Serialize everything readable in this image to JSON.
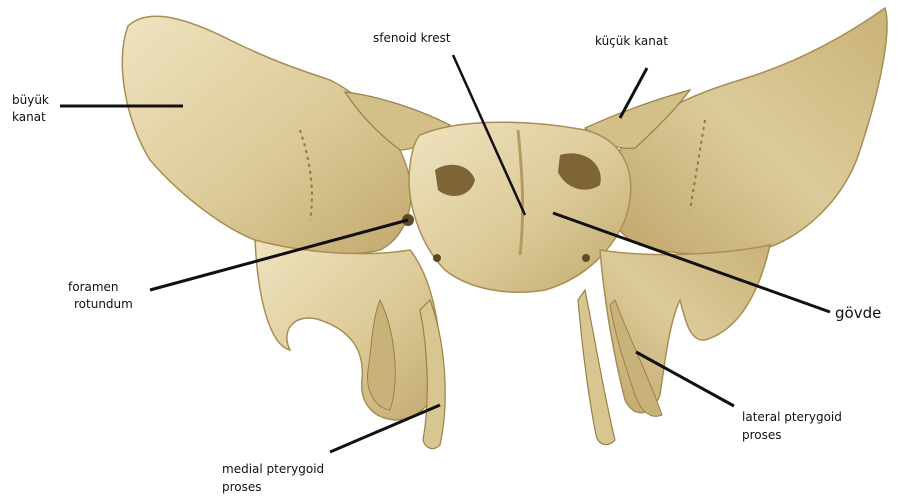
{
  "figure": {
    "labels": {
      "buyuk_kanat_1": "büyük",
      "buyuk_kanat_2": "kanat",
      "sfenoid_krest": "sfenoid krest",
      "kucuk_kanat": "küçük kanat",
      "foramen_1": "foramen",
      "foramen_2": "rotundum",
      "govde": "gövde",
      "medial_1": "medial pterygoid",
      "medial_2": "proses",
      "lateral_1": "lateral pterygoid",
      "lateral_2": "proses"
    },
    "colors": {
      "bone_light": "#e9dcb4",
      "bone_mid": "#d6c48f",
      "bone_dark": "#b49a5e",
      "shadow": "#7d6535",
      "pointer": "#111111"
    }
  }
}
